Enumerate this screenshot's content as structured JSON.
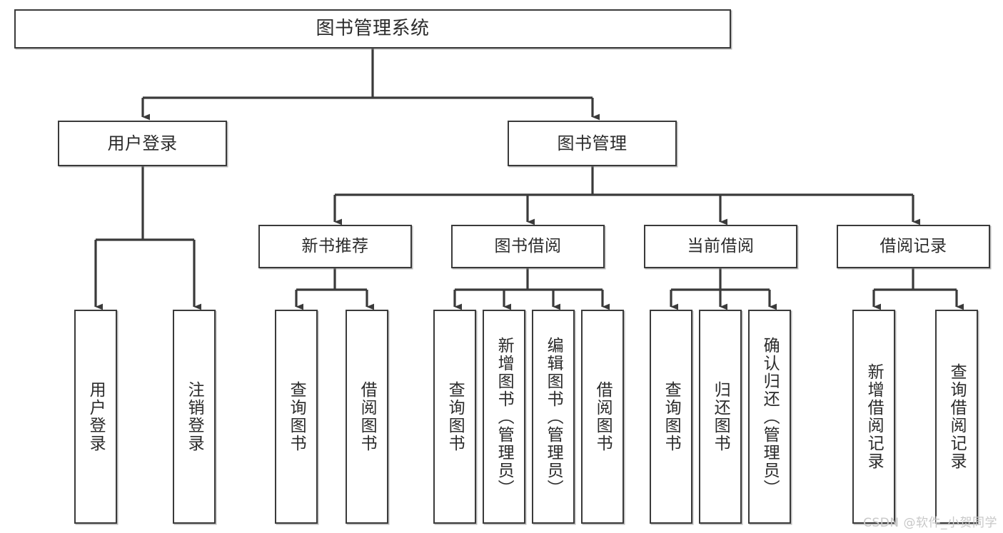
{
  "diagram": {
    "title": "图书管理系统",
    "type": "functional-decomposition-tree",
    "watermark": "CSDN @软件_小贺同学",
    "colors": {
      "background": "#ffffff",
      "box_border": "#3a3a3a",
      "box_fill": "#ffffff",
      "connector": "#3a3a3a",
      "text": "#2b2b2b",
      "watermark": "#c8c8c8"
    },
    "levels": {
      "root": {
        "label": "图书管理系统"
      },
      "level2": [
        {
          "id": "user-login",
          "label": "用户登录"
        },
        {
          "id": "book-management",
          "label": "图书管理"
        }
      ],
      "level3": [
        {
          "id": "new-book-recommend",
          "label": "新书推荐",
          "parent": "book-management"
        },
        {
          "id": "book-borrow",
          "label": "图书借阅",
          "parent": "book-management"
        },
        {
          "id": "current-borrow",
          "label": "当前借阅",
          "parent": "book-management"
        },
        {
          "id": "borrow-record",
          "label": "借阅记录",
          "parent": "book-management"
        }
      ],
      "leaves": {
        "user-login": [
          {
            "id": "leaf-user-login",
            "label": "用户登录"
          },
          {
            "id": "leaf-logout-login",
            "label": "注销登录"
          }
        ],
        "new-book-recommend": [
          {
            "id": "leaf-query-book-1",
            "label": "查询图书"
          },
          {
            "id": "leaf-borrow-book-1",
            "label": "借阅图书"
          }
        ],
        "book-borrow": [
          {
            "id": "leaf-query-book-2",
            "label": "查询图书"
          },
          {
            "id": "leaf-add-book",
            "label": "新增图书（管理员）"
          },
          {
            "id": "leaf-edit-book",
            "label": "编辑图书（管理员）"
          },
          {
            "id": "leaf-borrow-book-2",
            "label": "借阅图书"
          }
        ],
        "current-borrow": [
          {
            "id": "leaf-query-book-3",
            "label": "查询图书"
          },
          {
            "id": "leaf-return-book",
            "label": "归还图书"
          },
          {
            "id": "leaf-confirm-return",
            "label": "确认归还（管理员）"
          }
        ],
        "borrow-record": [
          {
            "id": "leaf-add-record",
            "label": "新增借阅记录"
          },
          {
            "id": "leaf-query-record",
            "label": "查询借阅记录"
          }
        ]
      }
    }
  }
}
